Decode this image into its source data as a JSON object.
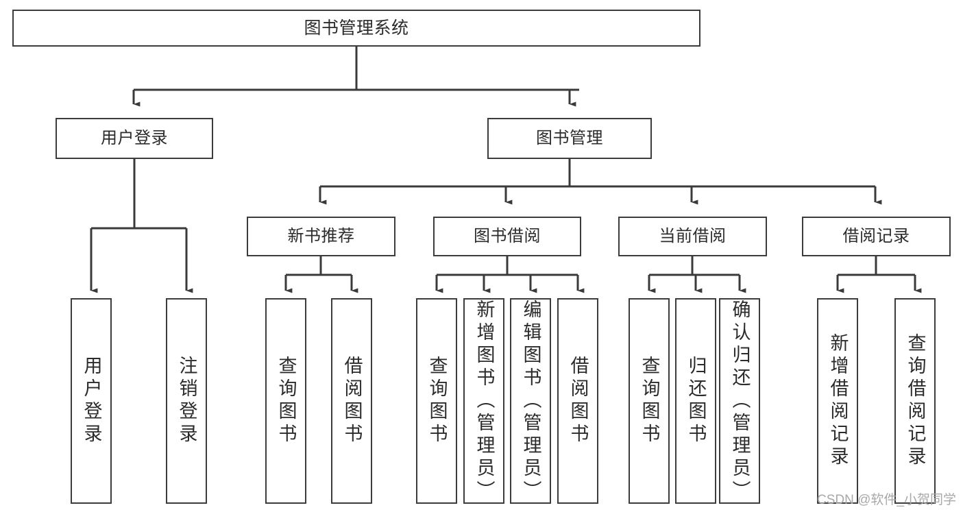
{
  "diagram": {
    "title": "图书管理系统",
    "type": "tree",
    "watermark": "CSDN @软件_小贺同学",
    "colors": {
      "box_border": "#3c3c3c",
      "connector": "#3a3a3a",
      "text": "#2b2b2b",
      "background": "#ffffff",
      "watermark": "#a8a8a8"
    },
    "nodes": {
      "root": {
        "label": "图书管理系统"
      },
      "level2": [
        {
          "label": "用户登录"
        },
        {
          "label": "图书管理"
        }
      ],
      "level3": [
        {
          "label": "新书推荐"
        },
        {
          "label": "图书借阅"
        },
        {
          "label": "当前借阅"
        },
        {
          "label": "借阅记录"
        }
      ],
      "leaves": {
        "user_login": [
          {
            "label": "用户登录"
          },
          {
            "label": "注销登录"
          }
        ],
        "new_book_recommend": [
          {
            "label": "查询图书"
          },
          {
            "label": "借阅图书"
          }
        ],
        "book_borrow": [
          {
            "label": "查询图书"
          },
          {
            "label": "新增图书（管理员）"
          },
          {
            "label": "编辑图书（管理员）"
          },
          {
            "label": "借阅图书"
          }
        ],
        "current_borrow": [
          {
            "label": "查询图书"
          },
          {
            "label": "归还图书"
          },
          {
            "label": "确认归还（管理员）"
          }
        ],
        "borrow_record": [
          {
            "label": "新增借阅记录"
          },
          {
            "label": "查询借阅记录"
          }
        ]
      }
    }
  }
}
